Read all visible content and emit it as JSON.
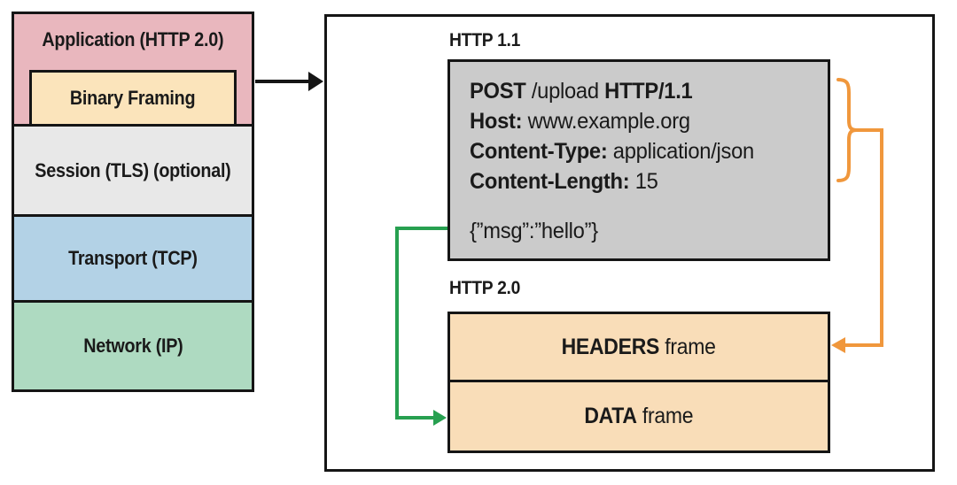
{
  "colors": {
    "app_pink": "#e9b7be",
    "framing_tan": "#fbe4bb",
    "session_gray": "#e8e8e8",
    "transport_blue": "#b3d2e6",
    "network_green": "#aedac1",
    "request_gray": "#cbcbcb",
    "frame_tan": "#f9ddb8",
    "arrow_orange": "#f0973c",
    "arrow_green": "#27a050",
    "line_black": "#151515"
  },
  "stack": {
    "items": [
      {
        "label": "Application (HTTP 2.0)"
      },
      {
        "label": "Binary Framing"
      },
      {
        "label": "Session (TLS) (optional)"
      },
      {
        "label": "Transport (TCP)"
      },
      {
        "label": "Network (IP)"
      }
    ]
  },
  "panel": {
    "http11_label": "HTTP 1.1",
    "http20_label": "HTTP 2.0",
    "request": {
      "lines": [
        [
          {
            "t": "POST",
            "b": true
          },
          {
            "t": " /upload ",
            "b": false
          },
          {
            "t": "HTTP/1.1",
            "b": true
          }
        ],
        [
          {
            "t": "Host:",
            "b": true
          },
          {
            "t": " www.example.org",
            "b": false
          }
        ],
        [
          {
            "t": "Content-Type:",
            "b": true
          },
          {
            "t": " application/json",
            "b": false
          }
        ],
        [
          {
            "t": "Content-Length:",
            "b": true
          },
          {
            "t": " 15",
            "b": false
          }
        ]
      ],
      "body": "{”msg”:”hello”}"
    },
    "frames": {
      "headers": [
        {
          "t": "HEADERS",
          "b": true
        },
        {
          "t": " frame",
          "b": false
        }
      ],
      "data": [
        {
          "t": "DATA",
          "b": true
        },
        {
          "t": " frame",
          "b": false
        }
      ]
    }
  }
}
